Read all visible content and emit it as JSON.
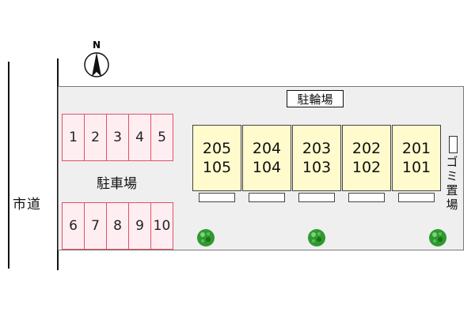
{
  "compass": {
    "label": "N"
  },
  "road": {
    "label": "市道"
  },
  "parking": {
    "label": "駐車場",
    "top_row": [
      "1",
      "2",
      "3",
      "4",
      "5"
    ],
    "bottom_row": [
      "6",
      "7",
      "8",
      "9",
      "10"
    ]
  },
  "bicycle_parking": {
    "label": "駐輪場"
  },
  "units": [
    {
      "upper": "205",
      "lower": "105"
    },
    {
      "upper": "204",
      "lower": "104"
    },
    {
      "upper": "203",
      "lower": "103"
    },
    {
      "upper": "202",
      "lower": "102"
    },
    {
      "upper": "201",
      "lower": "101"
    }
  ],
  "trash_area": {
    "label": "ゴミ置場"
  },
  "colors": {
    "stall_fill": "#ffeef1",
    "stall_border": "#e0506a",
    "building_fill": "#fffbcd",
    "site_fill": "#efefef",
    "tree": "#2e9a2e"
  }
}
